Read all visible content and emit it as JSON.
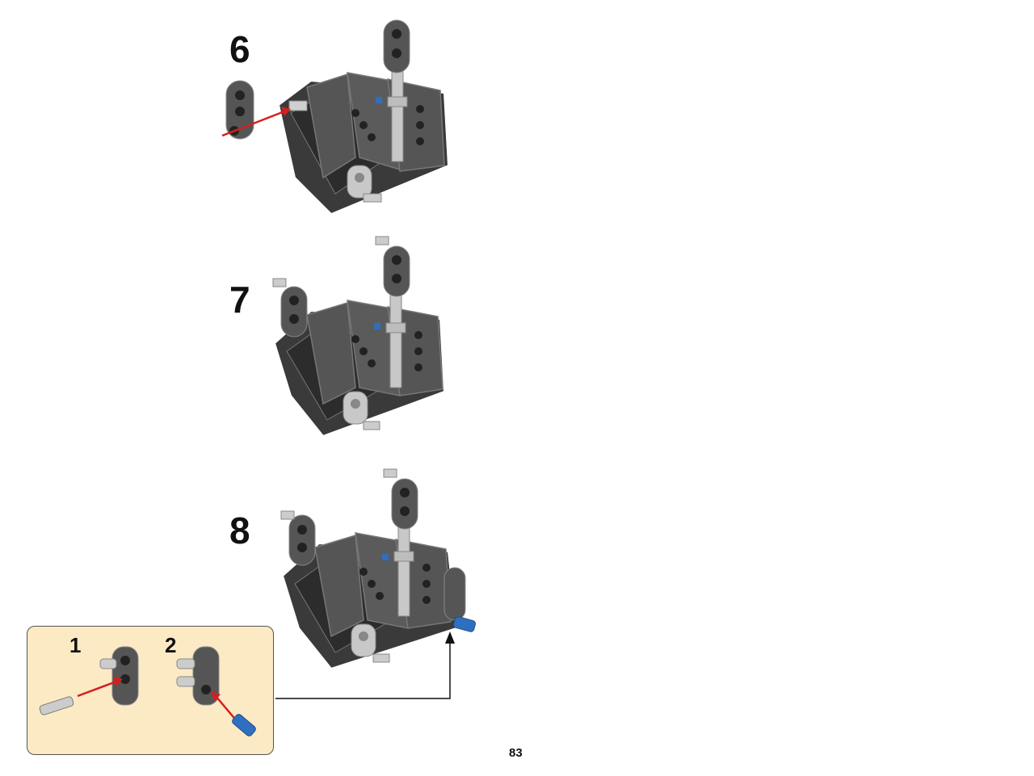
{
  "steps": [
    {
      "number": "6"
    },
    {
      "number": "7"
    },
    {
      "number": "8"
    }
  ],
  "callout": {
    "substeps": [
      {
        "number": "1"
      },
      {
        "number": "2"
      }
    ]
  },
  "page_number": "83",
  "colors": {
    "dark_gray": "#555555",
    "darker_gray": "#3a3a3a",
    "light_gray": "#c8c8c8",
    "blue_pin": "#2f6fbf",
    "arrow_red": "#d41f1f",
    "callout_bg": "#fbeac4"
  }
}
